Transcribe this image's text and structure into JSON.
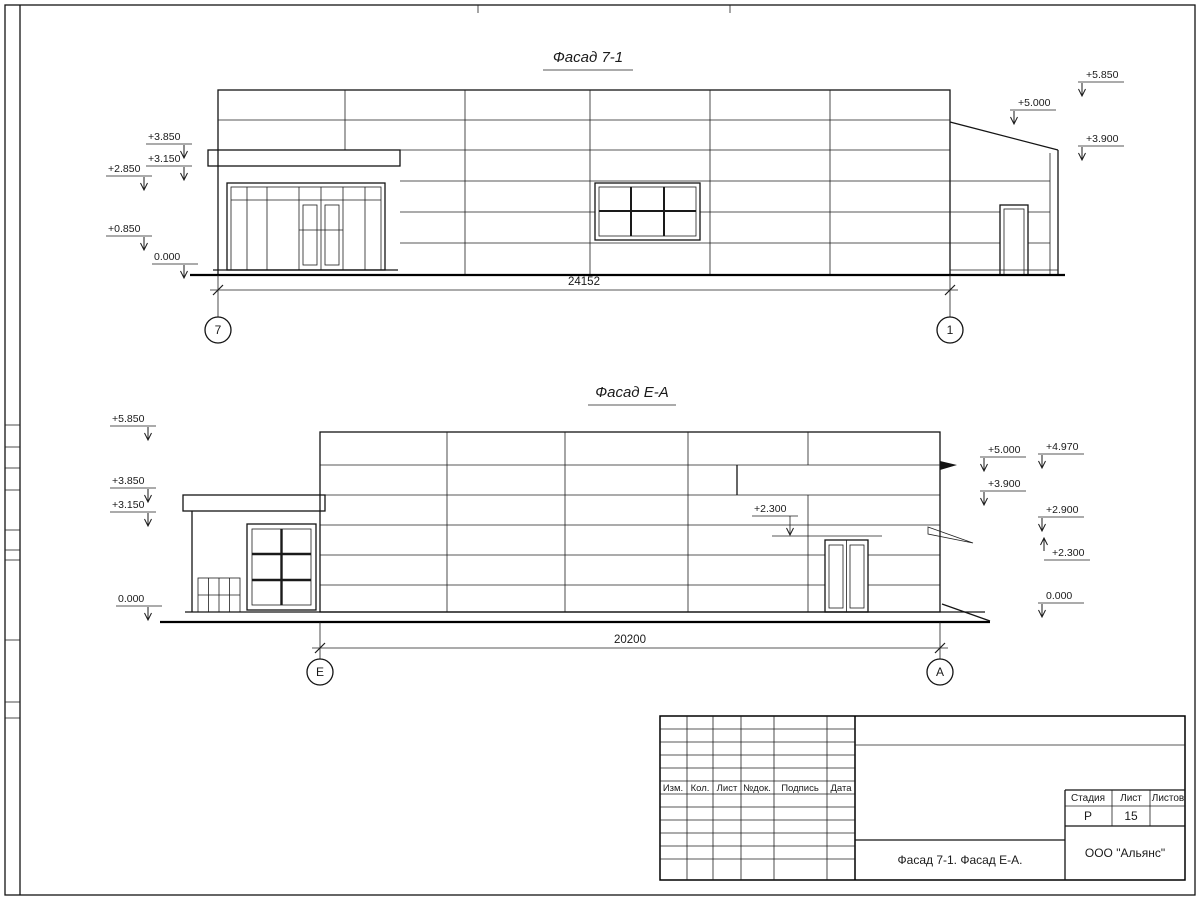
{
  "facade1": {
    "title": "Фасад 7-1",
    "left_marks": [
      "+3.850",
      "+3.150",
      "+2.850",
      "+0.850",
      "0.000"
    ],
    "right_marks": [
      "+5.850",
      "+5.000",
      "+3.900"
    ],
    "dimension": "24152",
    "axis_left": "7",
    "axis_right": "1"
  },
  "facade2": {
    "title": "Фасад Е-А",
    "left_marks": [
      "+5.850",
      "+3.850",
      "+3.150",
      "0.000"
    ],
    "right_marks": [
      "+5.000",
      "+4.970",
      "+3.900",
      "+2.900",
      "+2.300",
      "0.000"
    ],
    "inner_mark": "+2.300",
    "dimension": "20200",
    "axis_left": "Е",
    "axis_right": "А"
  },
  "title_block": {
    "columns": [
      "Изм.",
      "Кол.",
      "Лист",
      "№док.",
      "Подпись",
      "Дата"
    ],
    "stage_label": "Стадия",
    "sheet_label": "Лист",
    "sheets_label": "Листов",
    "stage_value": "Р",
    "sheet_value": "15",
    "drawing_title": "Фасад 7-1. Фасад Е-А.",
    "company": "ООО \"Альянс\""
  }
}
